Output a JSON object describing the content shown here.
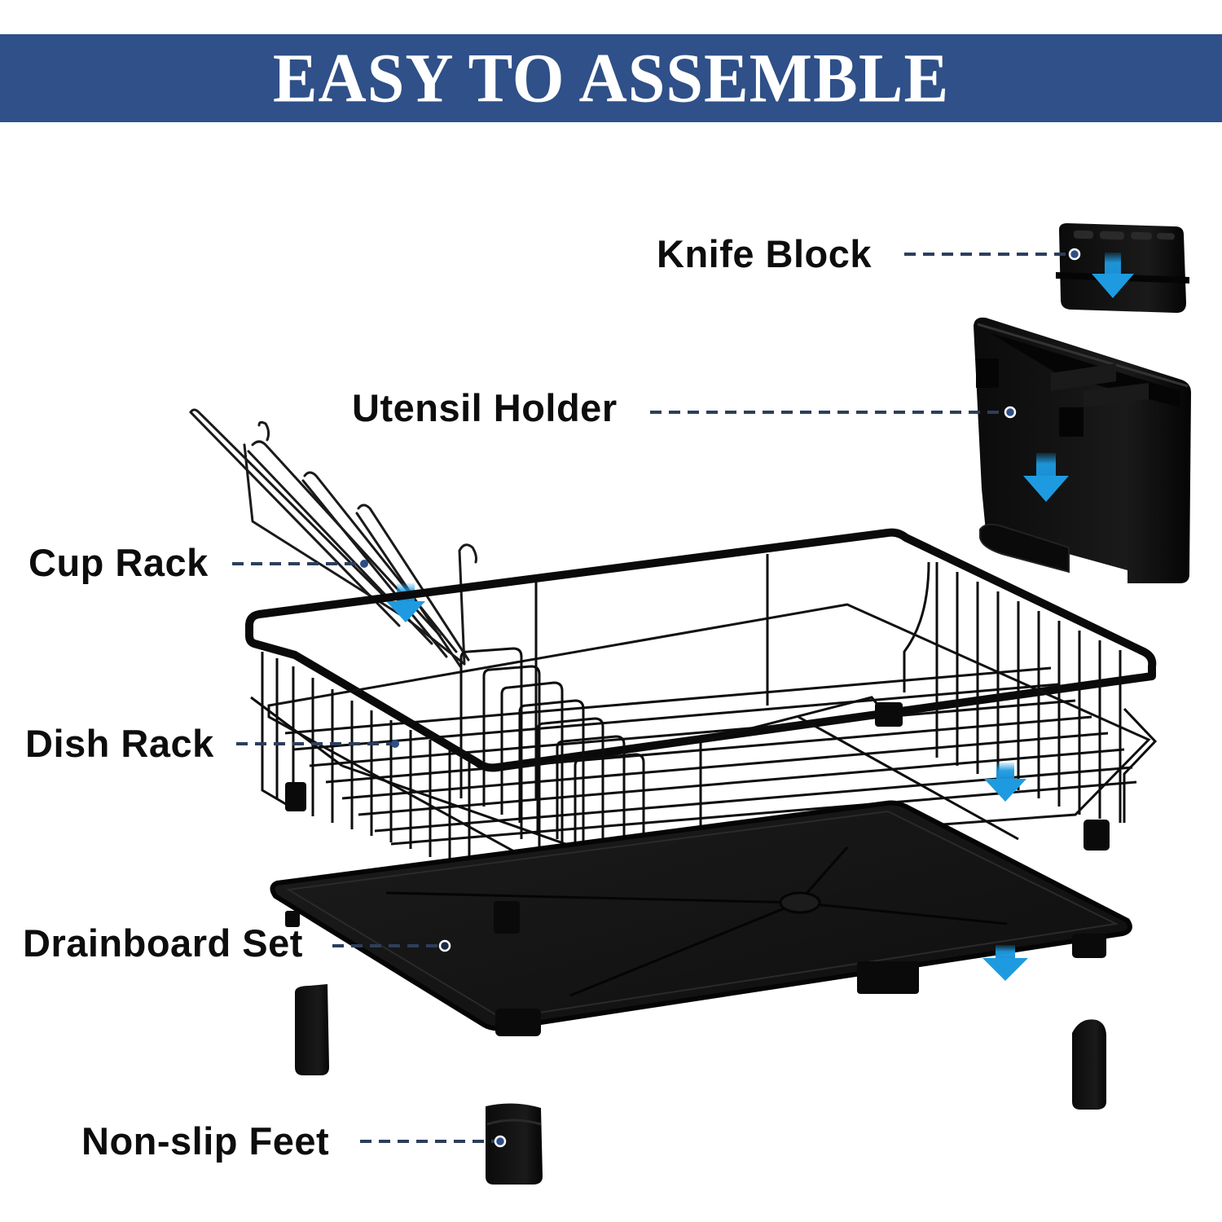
{
  "banner": {
    "title": "EASY TO ASSEMBLE",
    "background_color": "#2F5088",
    "text_color": "#FFFFFF"
  },
  "labels": [
    {
      "id": "knife-block",
      "text": "Knife Block"
    },
    {
      "id": "utensil-holder",
      "text": "Utensil Holder"
    },
    {
      "id": "cup-rack",
      "text": "Cup Rack"
    },
    {
      "id": "dish-rack",
      "text": "Dish Rack"
    },
    {
      "id": "drainboard-set",
      "text": "Drainboard Set"
    },
    {
      "id": "non-slip-feet",
      "text": "Non-slip Feet"
    }
  ],
  "colors": {
    "leader_line": "#2C3E5C",
    "leader_dot": "#2F4E86",
    "arrow": "#1E9BE0",
    "product": "#111111"
  },
  "icons": {
    "arrow": "arrow-down-icon",
    "leader_dot": "circle-dot-icon"
  }
}
